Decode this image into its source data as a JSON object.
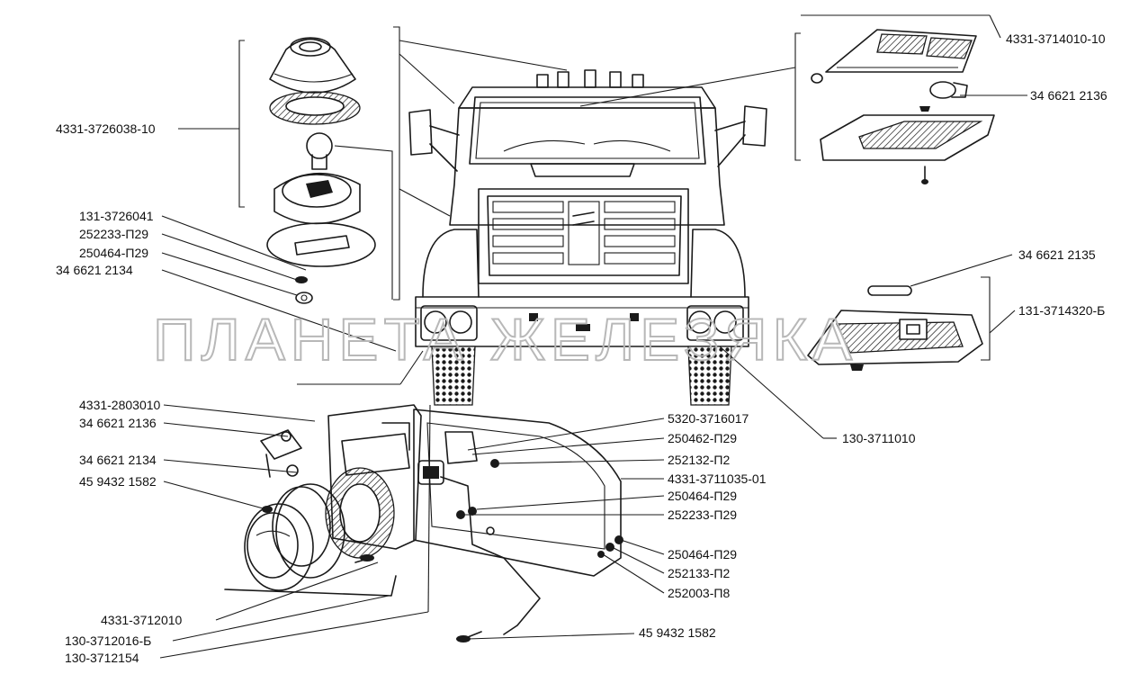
{
  "watermark": "ПЛАНЕТА ЖЕЛЕЗЯКА",
  "labels": [
    {
      "id": "l1",
      "text": "4331-3714010-10"
    },
    {
      "id": "l2",
      "text": "34 6621 2136"
    },
    {
      "id": "l3",
      "text": "4331-3726038-10"
    },
    {
      "id": "l4",
      "text": "131-3726041"
    },
    {
      "id": "l5",
      "text": "252233-П29"
    },
    {
      "id": "l6",
      "text": "250464-П29"
    },
    {
      "id": "l7",
      "text": "34 6621 2134"
    },
    {
      "id": "l8",
      "text": "34 6621 2135"
    },
    {
      "id": "l9",
      "text": "131-3714320-Б"
    },
    {
      "id": "l10",
      "text": "130-3711010"
    },
    {
      "id": "l11",
      "text": "4331-2803010"
    },
    {
      "id": "l12",
      "text": "34 6621 2136"
    },
    {
      "id": "l13",
      "text": "34 6621 2134"
    },
    {
      "id": "l14",
      "text": "45 9432 1582"
    },
    {
      "id": "l15",
      "text": "5320-3716017"
    },
    {
      "id": "l16",
      "text": "250462-П29"
    },
    {
      "id": "l17",
      "text": "252132-П2"
    },
    {
      "id": "l18",
      "text": "4331-3711035-01"
    },
    {
      "id": "l19",
      "text": "250464-П29"
    },
    {
      "id": "l20",
      "text": "252233-П29"
    },
    {
      "id": "l21",
      "text": "250464-П29"
    },
    {
      "id": "l22",
      "text": "252133-П2"
    },
    {
      "id": "l23",
      "text": "252003-П8"
    },
    {
      "id": "l24",
      "text": "4331-3712010"
    },
    {
      "id": "l25",
      "text": "130-3712016-Б"
    },
    {
      "id": "l26",
      "text": "130-3712154"
    },
    {
      "id": "l27",
      "text": "45 9432 1582"
    }
  ]
}
